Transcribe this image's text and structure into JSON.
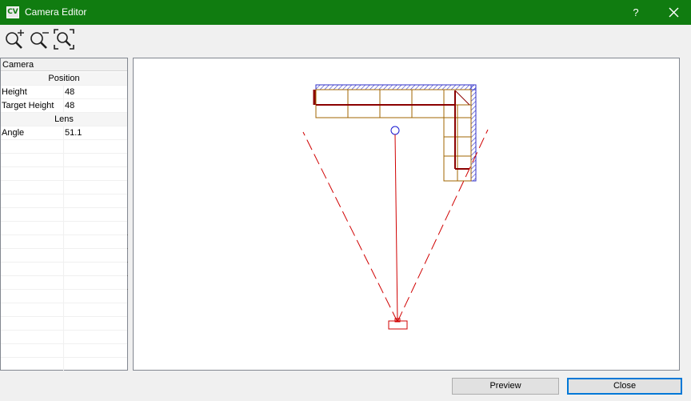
{
  "window": {
    "title": "Camera Editor",
    "app_icon_text": "CV",
    "help_label": "?",
    "accent_color": "#107c10"
  },
  "toolbar": {
    "buttons": [
      {
        "name": "zoom-in",
        "icon": "zoom-in-icon"
      },
      {
        "name": "zoom-out",
        "icon": "zoom-out-icon"
      },
      {
        "name": "zoom-fit",
        "icon": "zoom-extents-icon"
      }
    ]
  },
  "properties": {
    "title": "Camera",
    "categories": {
      "position": "Position",
      "lens": "Lens"
    },
    "rows": {
      "height": {
        "label": "Height",
        "value": "48"
      },
      "target_height": {
        "label": "Target Height",
        "value": "48"
      },
      "angle": {
        "label": "Angle",
        "value": "51.1"
      }
    }
  },
  "viewport": {
    "content": "top-down plan of an L-shaped counter run with camera and view cone",
    "colors": {
      "wall_hatch": "#3232c8",
      "cabinet": "#a06400",
      "camera": "#d00000"
    }
  },
  "footer": {
    "preview_label": "Preview",
    "close_label": "Close"
  }
}
